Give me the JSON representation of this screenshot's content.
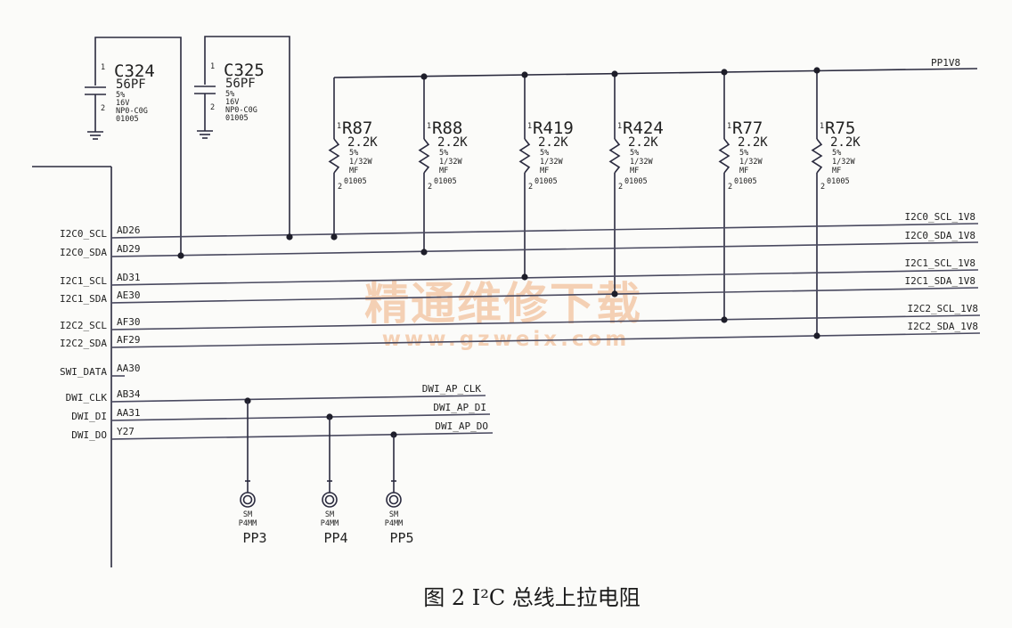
{
  "capacitors": [
    {
      "ref": "C324",
      "value": "56PF",
      "tol": "5%",
      "volt": "16V",
      "dielectric": "NP0-C0G",
      "pkg": "01005",
      "pin1": "1",
      "pin2": "2"
    },
    {
      "ref": "C325",
      "value": "56PF",
      "tol": "5%",
      "volt": "16V",
      "dielectric": "NP0-C0G",
      "pkg": "01005",
      "pin1": "1",
      "pin2": "2"
    }
  ],
  "power_rail": "PP1V8",
  "resistors": [
    {
      "ref": "R87",
      "value": "2.2K",
      "tol": "5%",
      "power": "1/32W",
      "type": "MF",
      "pkg": "01005",
      "pin1": "1",
      "pin2": "2"
    },
    {
      "ref": "R88",
      "value": "2.2K",
      "tol": "5%",
      "power": "1/32W",
      "type": "MF",
      "pkg": "01005",
      "pin1": "1",
      "pin2": "2"
    },
    {
      "ref": "R419",
      "value": "2.2K",
      "tol": "5%",
      "power": "1/32W",
      "type": "MF",
      "pkg": "01005",
      "pin1": "1",
      "pin2": "2"
    },
    {
      "ref": "R424",
      "value": "2.2K",
      "tol": "5%",
      "power": "1/32W",
      "type": "MF",
      "pkg": "01005",
      "pin1": "1",
      "pin2": "2"
    },
    {
      "ref": "R77",
      "value": "2.2K",
      "tol": "5%",
      "power": "1/32W",
      "type": "MF",
      "pkg": "01005",
      "pin1": "1",
      "pin2": "2"
    },
    {
      "ref": "R75",
      "value": "2.2K",
      "tol": "5%",
      "power": "1/32W",
      "type": "MF",
      "pkg": "01005",
      "pin1": "1",
      "pin2": "2"
    }
  ],
  "signals": [
    {
      "name": "I2C0_SCL",
      "ball": "AD26",
      "net": "I2C0_SCL_1V8"
    },
    {
      "name": "I2C0_SDA",
      "ball": "AD29",
      "net": "I2C0_SDA_1V8"
    },
    {
      "name": "I2C1_SCL",
      "ball": "AD31",
      "net": "I2C1_SCL_1V8"
    },
    {
      "name": "I2C1_SDA",
      "ball": "AE30",
      "net": "I2C1_SDA_1V8"
    },
    {
      "name": "I2C2_SCL",
      "ball": "AF30",
      "net": "I2C2_SCL_1V8"
    },
    {
      "name": "I2C2_SDA",
      "ball": "AF29",
      "net": "I2C2_SDA_1V8"
    },
    {
      "name": "SWI_DATA",
      "ball": "AA30",
      "net": ""
    },
    {
      "name": "DWI_CLK",
      "ball": "AB34",
      "net": "DWI_AP_CLK"
    },
    {
      "name": "DWI_DI",
      "ball": "AA31",
      "net": "DWI_AP_DI"
    },
    {
      "name": "DWI_DO",
      "ball": "Y27",
      "net": "DWI_AP_DO"
    }
  ],
  "test_points": [
    {
      "ref": "PP3",
      "mark": "SM",
      "pkg": "P4MM"
    },
    {
      "ref": "PP4",
      "mark": "SM",
      "pkg": "P4MM"
    },
    {
      "ref": "PP5",
      "mark": "SM",
      "pkg": "P4MM"
    }
  ],
  "watermark": {
    "line1": "精通维修下载",
    "line2": "www.gzweix.com"
  },
  "caption": "图 2 I²C 总线上拉电阻",
  "colors": {
    "ink": "#2a2a3e",
    "watermark": "#f3c9a8",
    "paper": "#fbfbf9"
  }
}
